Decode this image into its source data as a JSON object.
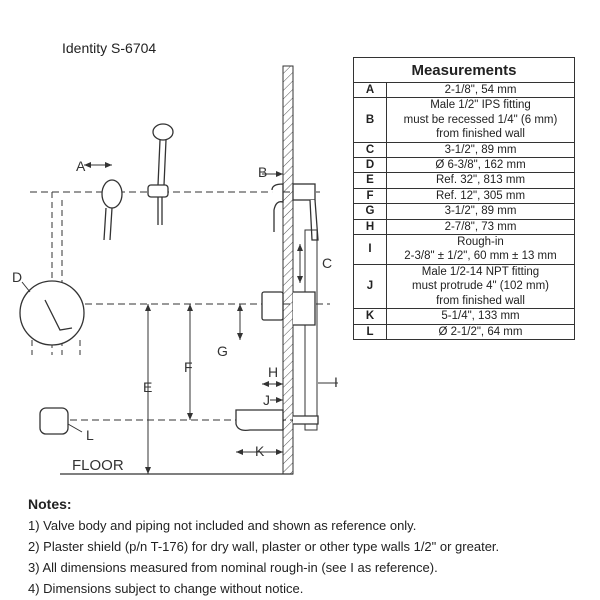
{
  "title": "Identity S-6704",
  "table": {
    "heading": "Measurements",
    "rows": [
      {
        "key": "A",
        "lines": [
          "2-1/8\", 54 mm"
        ]
      },
      {
        "key": "B",
        "lines": [
          "Male 1/2\" IPS fitting",
          "must be recessed 1/4\" (6 mm)",
          "from finished wall"
        ]
      },
      {
        "key": "C",
        "lines": [
          "3-1/2\", 89 mm"
        ]
      },
      {
        "key": "D",
        "lines": [
          "Ø 6-3/8\", 162 mm"
        ]
      },
      {
        "key": "E",
        "lines": [
          "Ref. 32\", 813 mm"
        ]
      },
      {
        "key": "F",
        "lines": [
          "Ref. 12\", 305 mm"
        ]
      },
      {
        "key": "G",
        "lines": [
          "3-1/2\", 89 mm"
        ]
      },
      {
        "key": "H",
        "lines": [
          "2-7/8\", 73 mm"
        ]
      },
      {
        "key": "I",
        "lines": [
          "Rough-in",
          "2-3/8\" ± 1/2\", 60 mm ± 13 mm"
        ]
      },
      {
        "key": "J",
        "lines": [
          "Male 1/2-14 NPT fitting",
          "must protrude 4\" (102 mm)",
          "from finished wall"
        ]
      },
      {
        "key": "K",
        "lines": [
          "5-1/4\", 133 mm"
        ]
      },
      {
        "key": "L",
        "lines": [
          "Ø 2-1/2\", 64 mm"
        ]
      }
    ]
  },
  "diagram": {
    "labels": [
      "A",
      "B",
      "C",
      "D",
      "E",
      "F",
      "G",
      "H",
      "I",
      "J",
      "K",
      "L"
    ],
    "floor": "FLOOR"
  },
  "notes": {
    "heading": "Notes:",
    "items": [
      "1)  Valve body and piping not included and shown as reference only.",
      "2)  Plaster shield (p/n T-176) for dry wall, plaster or other type walls 1/2\" or greater.",
      "3)  All dimensions measured from nominal rough-in (see I as reference).",
      "4)  Dimensions subject to change without notice."
    ]
  }
}
